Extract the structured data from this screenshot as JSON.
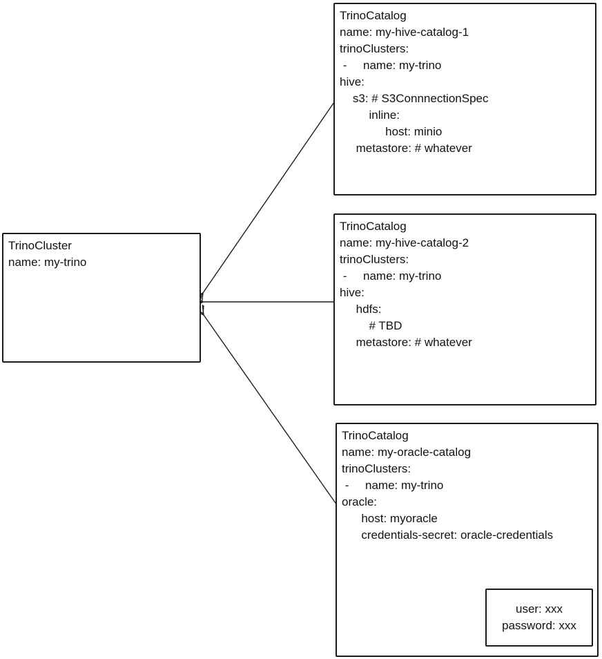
{
  "diagram": {
    "description": "TrinoCluster and TrinoCatalog custom resources diagram",
    "colors": {
      "background": "#ffffff",
      "stroke": "#1c1c1c",
      "text": "#111111"
    },
    "boxes": {
      "cluster": {
        "kind": "TrinoCluster",
        "lines": [
          "TrinoCluster",
          "name: my-trino"
        ]
      },
      "catalog1": {
        "kind": "TrinoCatalog",
        "lines": [
          "TrinoCatalog",
          "name: my-hive-catalog-1",
          "trinoClusters:",
          " -     name: my-trino",
          "hive:",
          "    s3: # S3ConnnectionSpec",
          "         inline:",
          "              host: minio",
          "     metastore: # whatever"
        ]
      },
      "catalog2": {
        "kind": "TrinoCatalog",
        "lines": [
          "TrinoCatalog",
          "name: my-hive-catalog-2",
          "trinoClusters:",
          " -     name: my-trino",
          "hive:",
          "     hdfs:",
          "         # TBD",
          "     metastore: # whatever"
        ]
      },
      "catalog3": {
        "kind": "TrinoCatalog",
        "lines": [
          "TrinoCatalog",
          "name: my-oracle-catalog",
          "trinoClusters:",
          " -     name: my-trino",
          "oracle:",
          "      host: myoracle",
          "      credentials-secret: oracle-credentials"
        ]
      },
      "secret": {
        "kind": "Secret",
        "lines": [
          "user: xxx",
          "password: xxx"
        ]
      }
    }
  }
}
